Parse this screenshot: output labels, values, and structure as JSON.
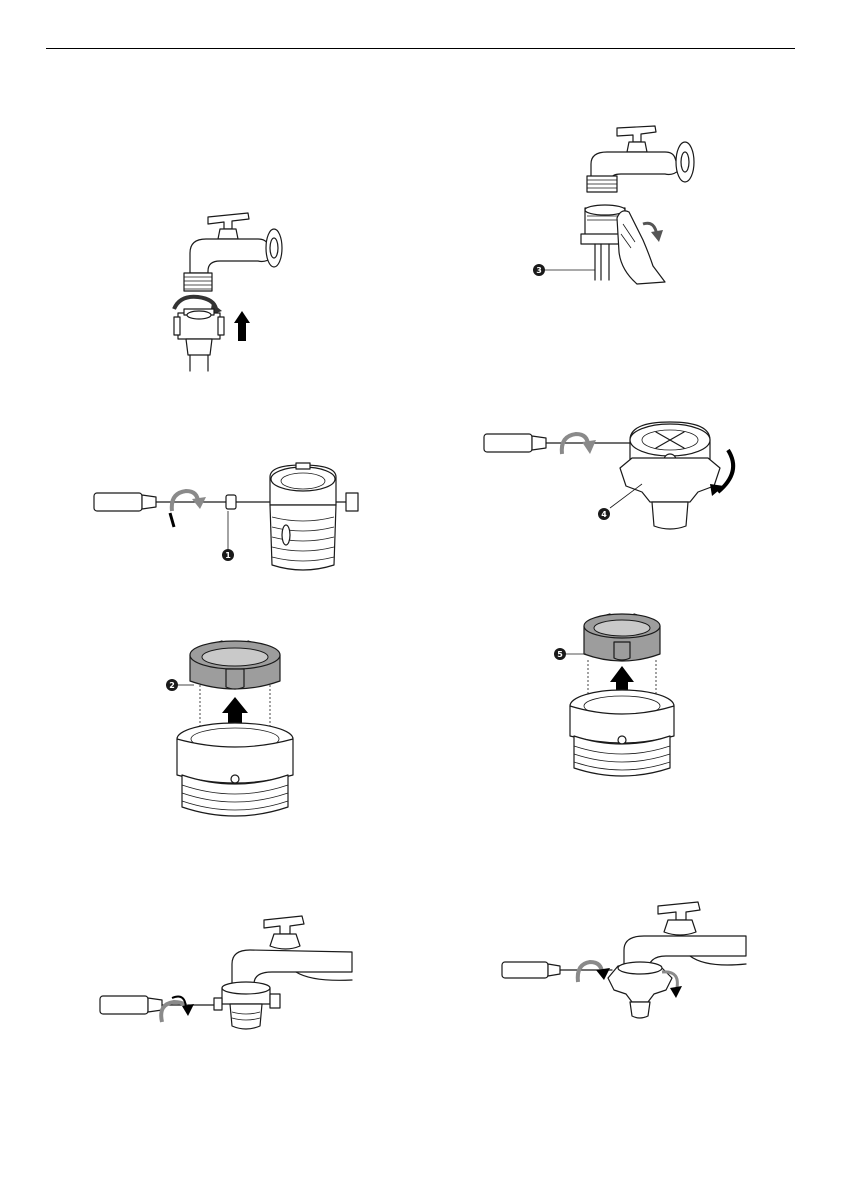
{
  "callouts": [
    "1",
    "2",
    "3",
    "4",
    "5"
  ],
  "colors": {
    "ink": "#1a1a1a",
    "gray_part": "#9d9d9d",
    "arrow_gray": "#8a8a8a",
    "arrow_black": "#000000",
    "background": "#ffffff"
  },
  "icons": [
    "faucet-icon",
    "screwdriver-icon",
    "hose-connector-icon",
    "rubber-packing-icon",
    "hand-icon",
    "rotate-arrow-icon",
    "up-arrow-icon"
  ]
}
